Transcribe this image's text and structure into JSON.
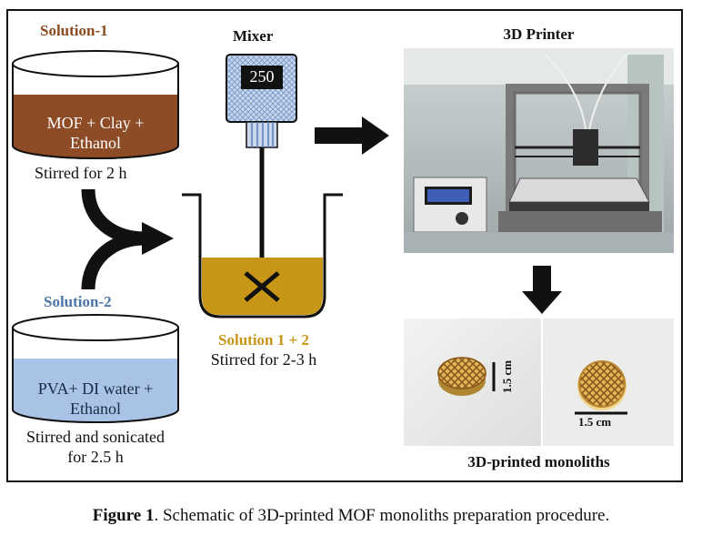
{
  "solution1": {
    "title": "Solution-1",
    "content_line1": "MOF + Clay +",
    "content_line2": "Ethanol",
    "note": "Stirred for 2 h",
    "title_color": "#8b4a1f",
    "fill_color": "#8d4c25"
  },
  "solution2": {
    "title": "Solution-2",
    "content_line1": "PVA+ DI water +",
    "content_line2": "Ethanol",
    "note_line1": "Stirred and sonicated",
    "note_line2": "for 2.5 h",
    "title_color": "#4a76a8",
    "fill_color": "#a9c3e6"
  },
  "mixer": {
    "title": "Mixer",
    "display": "250",
    "liquid_color": "#c89616"
  },
  "mixture": {
    "title": "Solution 1 + 2",
    "note": "Stirred for 2-3 h",
    "title_color": "#c89616"
  },
  "printer": {
    "title": "3D Printer"
  },
  "monoliths": {
    "title": "3D-printed monoliths",
    "scale_left": "1.5 cm",
    "scale_right": "1.5 cm"
  },
  "caption": {
    "label": "Figure 1",
    "text": ". Schematic of 3D-printed MOF monoliths preparation procedure."
  }
}
